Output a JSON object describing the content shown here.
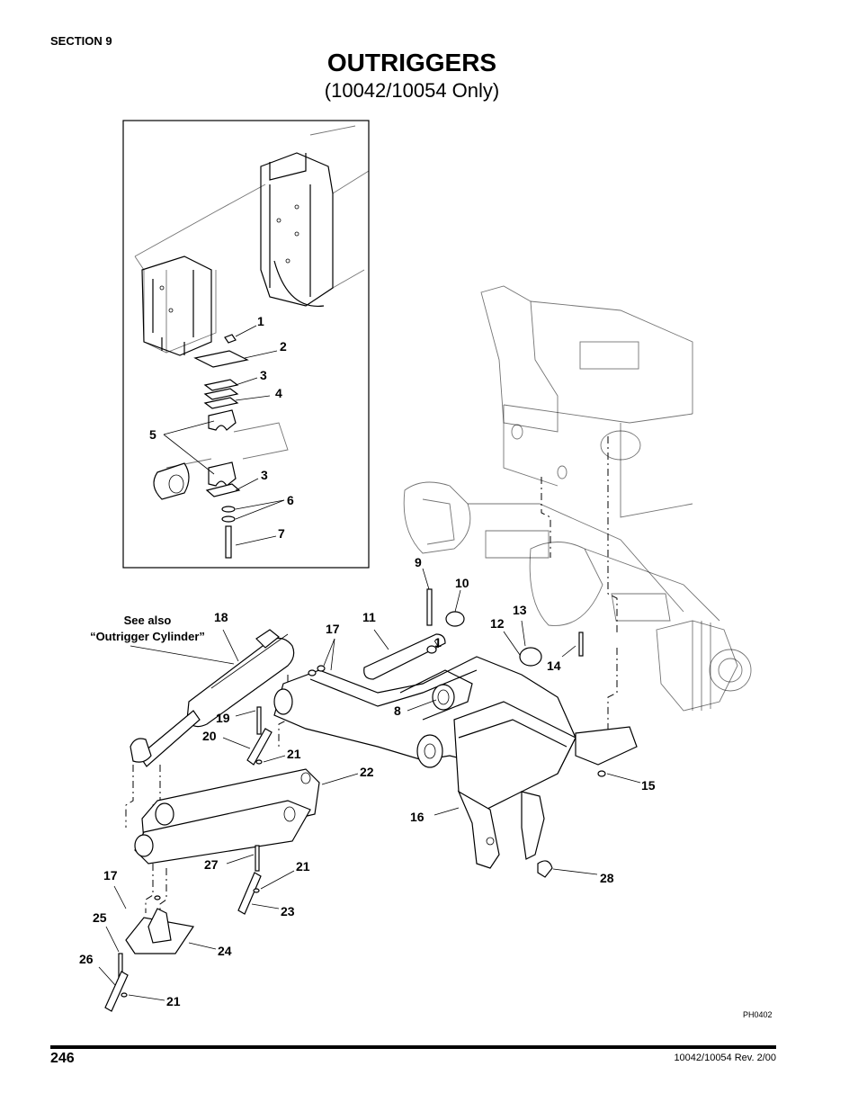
{
  "header": {
    "section": "SECTION 9",
    "title": "OUTRIGGERS",
    "subtitle": "(10042/10054 Only)"
  },
  "callouts": [
    "1",
    "2",
    "3",
    "4",
    "5",
    "3",
    "6",
    "7",
    "9",
    "10",
    "11",
    "1",
    "13",
    "12",
    "14",
    "8",
    "18",
    "17",
    "19",
    "20",
    "21",
    "22",
    "16",
    "15",
    "28",
    "17",
    "27",
    "21",
    "23",
    "25",
    "24",
    "26",
    "21"
  ],
  "note": {
    "line1": "See also",
    "line2": "“Outrigger Cylinder”"
  },
  "figure_code": "PH0402",
  "footer": {
    "page_number": "246",
    "revision": "10042/10054 Rev. 2/00"
  }
}
